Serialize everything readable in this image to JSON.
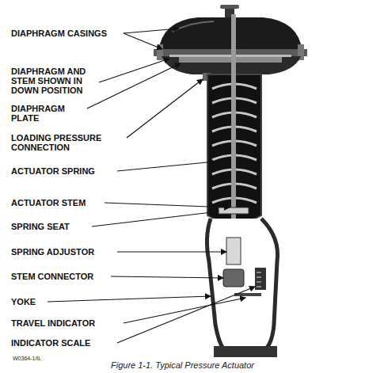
{
  "diagram": {
    "caption": "Figure 1-1. Typical Pressure Actuator",
    "labels": [
      "DIAPHRAGM CASINGS",
      "DIAPHRAGM AND STEM SHOWN IN DOWN POSITION",
      "DIAPHRAGM PLATE",
      "LOADING PRESSURE CONNECTION",
      "ACTUATOR SPRING",
      "ACTUATOR STEM",
      "SPRING SEAT",
      "SPRING ADJUSTOR",
      "STEM CONNECTOR",
      "YOKE",
      "TRAVEL INDICATOR",
      "INDICATOR SCALE",
      "W0364-1/IL"
    ]
  }
}
